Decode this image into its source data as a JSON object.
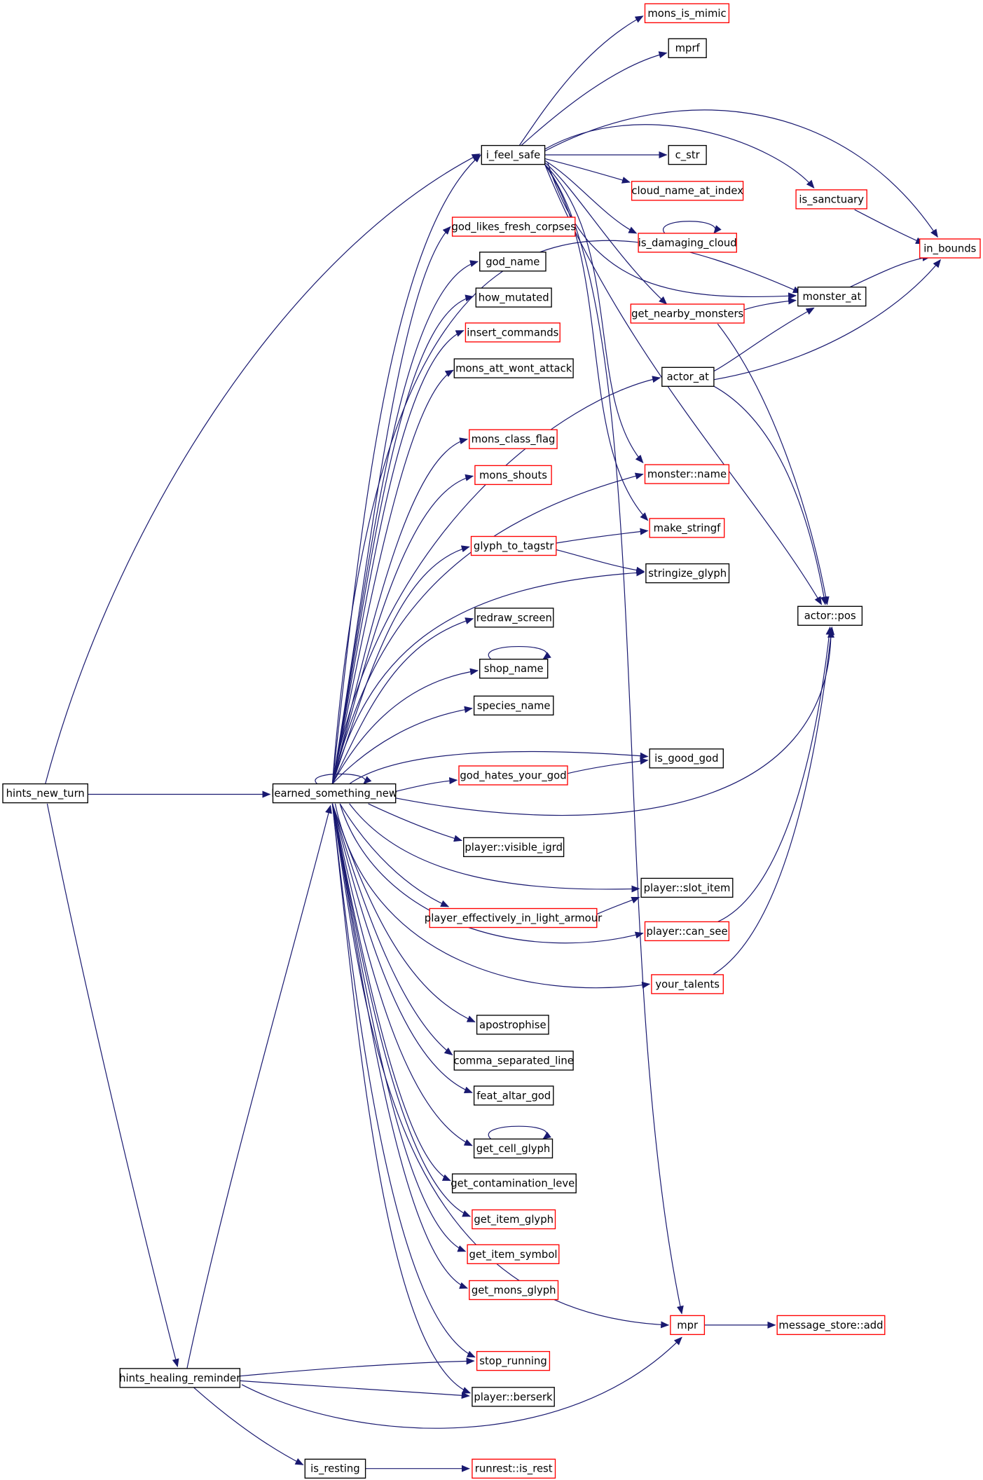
{
  "colors": {
    "edge": "#191970",
    "border_complete": "#000000",
    "border_truncated": "#ff0000",
    "root_fill": "#bfbfbf",
    "node_fill": "#ffffff"
  },
  "nodes": [
    {
      "id": "hints_new_turn",
      "label": "hints_new_turn",
      "style": "root"
    },
    {
      "id": "learned_something_new",
      "label": "learned_something_new",
      "style": "complete"
    },
    {
      "id": "hints_healing_reminder",
      "label": "hints_healing_reminder",
      "style": "complete"
    },
    {
      "id": "i_feel_safe",
      "label": "i_feel_safe",
      "style": "complete"
    },
    {
      "id": "god_likes_fresh_corpses",
      "label": "god_likes_fresh_corpses",
      "style": "truncated"
    },
    {
      "id": "god_name",
      "label": "god_name",
      "style": "complete"
    },
    {
      "id": "how_mutated",
      "label": "how_mutated",
      "style": "complete"
    },
    {
      "id": "insert_commands",
      "label": "insert_commands",
      "style": "truncated"
    },
    {
      "id": "mons_att_wont_attack",
      "label": "mons_att_wont_attack",
      "style": "complete"
    },
    {
      "id": "mons_class_flag",
      "label": "mons_class_flag",
      "style": "truncated"
    },
    {
      "id": "mons_shouts",
      "label": "mons_shouts",
      "style": "truncated"
    },
    {
      "id": "glyph_to_tagstr",
      "label": "glyph_to_tagstr",
      "style": "truncated"
    },
    {
      "id": "redraw_screen",
      "label": "redraw_screen",
      "style": "complete"
    },
    {
      "id": "shop_name",
      "label": "shop_name",
      "style": "complete"
    },
    {
      "id": "species_name",
      "label": "species_name",
      "style": "complete"
    },
    {
      "id": "god_hates_your_god",
      "label": "god_hates_your_god",
      "style": "truncated"
    },
    {
      "id": "player_visible_igrd",
      "label": "player::visible_igrd",
      "style": "complete"
    },
    {
      "id": "player_effectively_in_light_armour",
      "label": "player_effectively_in_light_armour",
      "style": "truncated"
    },
    {
      "id": "apostrophise",
      "label": "apostrophise",
      "style": "complete"
    },
    {
      "id": "comma_separated_line",
      "label": "comma_separated_line",
      "style": "complete"
    },
    {
      "id": "feat_altar_god",
      "label": "feat_altar_god",
      "style": "complete"
    },
    {
      "id": "get_cell_glyph",
      "label": "get_cell_glyph",
      "style": "complete"
    },
    {
      "id": "get_contamination_level",
      "label": "get_contamination_level",
      "style": "complete"
    },
    {
      "id": "get_item_glyph",
      "label": "get_item_glyph",
      "style": "truncated"
    },
    {
      "id": "get_item_symbol",
      "label": "get_item_symbol",
      "style": "truncated"
    },
    {
      "id": "get_mons_glyph",
      "label": "get_mons_glyph",
      "style": "truncated"
    },
    {
      "id": "stop_running",
      "label": "stop_running",
      "style": "truncated"
    },
    {
      "id": "player_berserk",
      "label": "player::berserk",
      "style": "complete"
    },
    {
      "id": "is_resting",
      "label": "is_resting",
      "style": "complete"
    },
    {
      "id": "runrest_is_rest",
      "label": "runrest::is_rest",
      "style": "truncated"
    },
    {
      "id": "mons_is_mimic",
      "label": "mons_is_mimic",
      "style": "truncated"
    },
    {
      "id": "mprf",
      "label": "mprf",
      "style": "complete"
    },
    {
      "id": "c_str",
      "label": "c_str",
      "style": "complete"
    },
    {
      "id": "cloud_name_at_index",
      "label": "cloud_name_at_index",
      "style": "truncated"
    },
    {
      "id": "is_damaging_cloud",
      "label": "is_damaging_cloud",
      "style": "truncated"
    },
    {
      "id": "get_nearby_monsters",
      "label": "get_nearby_monsters",
      "style": "truncated"
    },
    {
      "id": "actor_at",
      "label": "actor_at",
      "style": "complete"
    },
    {
      "id": "monster_name",
      "label": "monster::name",
      "style": "truncated"
    },
    {
      "id": "make_stringf",
      "label": "make_stringf",
      "style": "truncated"
    },
    {
      "id": "stringize_glyph",
      "label": "stringize_glyph",
      "style": "complete"
    },
    {
      "id": "is_good_god",
      "label": "is_good_god",
      "style": "complete"
    },
    {
      "id": "player_slot_item",
      "label": "player::slot_item",
      "style": "complete"
    },
    {
      "id": "player_can_see",
      "label": "player::can_see",
      "style": "truncated"
    },
    {
      "id": "your_talents",
      "label": "your_talents",
      "style": "truncated"
    },
    {
      "id": "mpr",
      "label": "mpr",
      "style": "truncated"
    },
    {
      "id": "is_sanctuary",
      "label": "is_sanctuary",
      "style": "truncated"
    },
    {
      "id": "in_bounds",
      "label": "in_bounds",
      "style": "truncated"
    },
    {
      "id": "monster_at",
      "label": "monster_at",
      "style": "complete"
    },
    {
      "id": "actor_pos",
      "label": "actor::pos",
      "style": "complete"
    },
    {
      "id": "message_store_add",
      "label": "message_store::add",
      "style": "truncated"
    }
  ]
}
